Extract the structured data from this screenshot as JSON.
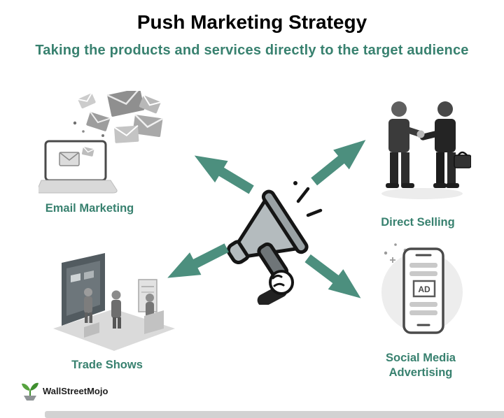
{
  "title": "Push Marketing Strategy",
  "subtitle": "Taking the products and services directly to the target audience",
  "colors": {
    "accent_text": "#38816F",
    "accent_arrow": "#4C8F7E",
    "title_color": "#000000",
    "illustration_gray": "#9e9e9e"
  },
  "nodes": {
    "email": {
      "label": "Email Marketing"
    },
    "direct": {
      "label": "Direct Selling"
    },
    "trade": {
      "label": "Trade Shows"
    },
    "social": {
      "label": "Social Media Advertising",
      "ad_label": "AD"
    }
  },
  "logo": {
    "text": "WallStreetMojo"
  }
}
